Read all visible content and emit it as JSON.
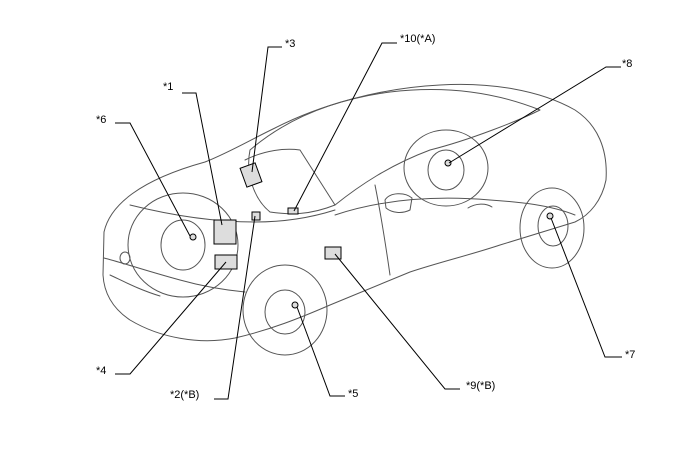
{
  "diagram": {
    "callouts": [
      {
        "id": "c1",
        "label": "*1"
      },
      {
        "id": "c2",
        "label": "*2(*B)"
      },
      {
        "id": "c3",
        "label": "*3"
      },
      {
        "id": "c4",
        "label": "*4"
      },
      {
        "id": "c5",
        "label": "*5"
      },
      {
        "id": "c6",
        "label": "*6"
      },
      {
        "id": "c7",
        "label": "*7"
      },
      {
        "id": "c8",
        "label": "*8"
      },
      {
        "id": "c9",
        "label": "*9(*B)"
      },
      {
        "id": "c10",
        "label": "*10(*A)"
      }
    ]
  },
  "colors": {
    "line": "#000000",
    "car_outline": "#555555",
    "background": "#ffffff"
  }
}
